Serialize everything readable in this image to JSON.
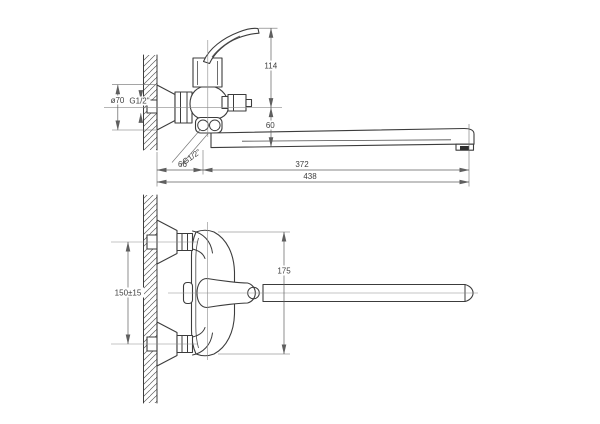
{
  "drawing": {
    "type": "technical-drawing",
    "subject": "wall-mounted bath mixer faucet, two orthographic views",
    "background_color": "#ffffff",
    "line_color": "#3c3c3c",
    "dimension_color": "#5f5f5f"
  },
  "side_view": {
    "dims": {
      "handle_height": "114",
      "spout_drop": "60",
      "wall_to_pivot": "66",
      "pivot_to_outlet": "372",
      "total_reach": "438",
      "flange_diameter": "ø70"
    },
    "threads": {
      "inlet": "G1/2\"",
      "spout_nut": "G1/2\""
    }
  },
  "plan_view": {
    "dims": {
      "inlet_spacing": "150±15",
      "body_span": "175"
    }
  }
}
